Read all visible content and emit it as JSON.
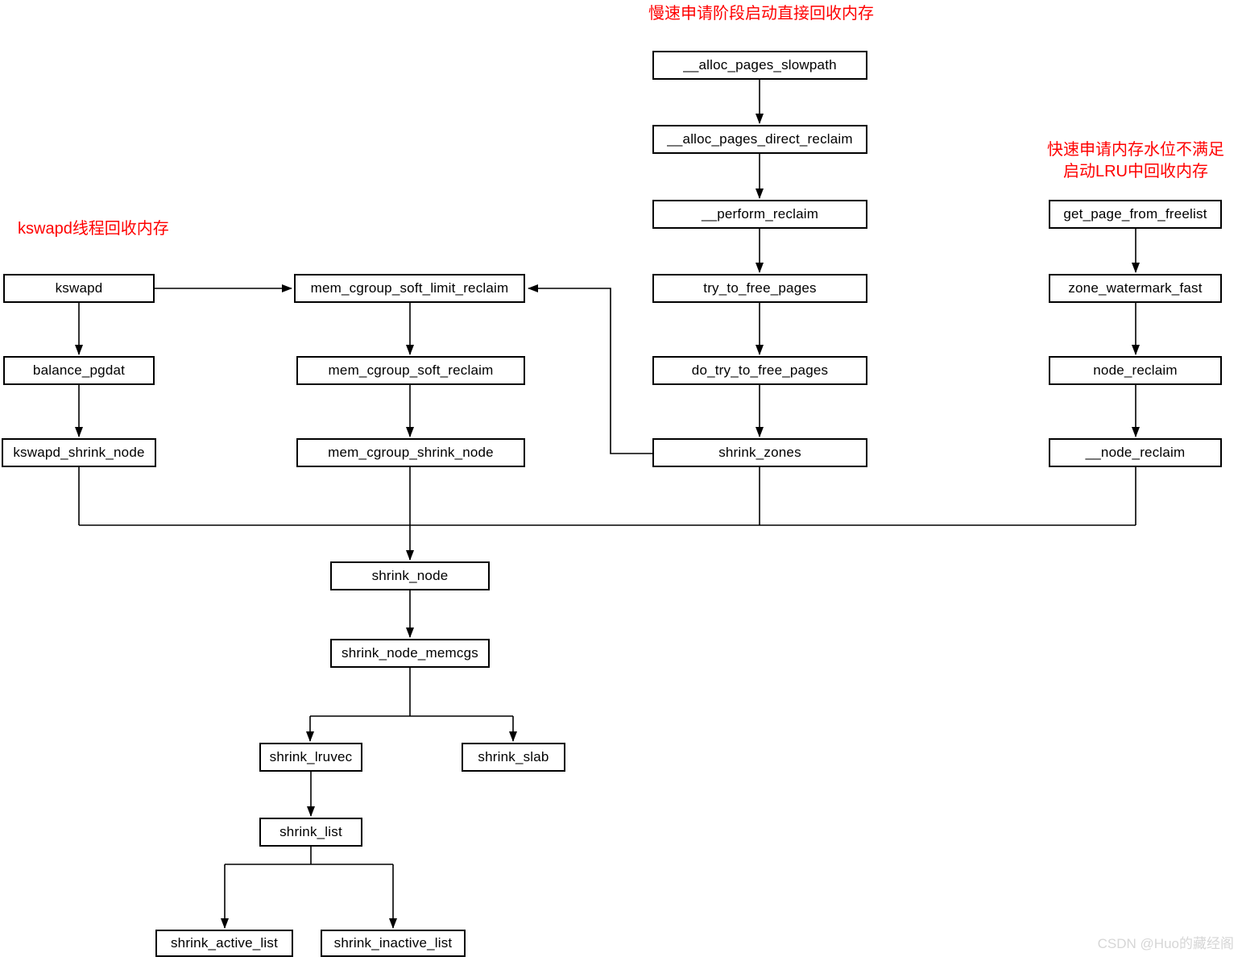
{
  "annotations": {
    "slow_path": "慢速申请阶段启动直接回收内存",
    "kswapd_thread": "kswapd线程回收内存",
    "fast_line1": "快速申请内存水位不满足",
    "fast_line2": "启动LRU中回收内存"
  },
  "nodes": {
    "kswapd": "kswapd",
    "balance_pgdat": "balance_pgdat",
    "kswapd_shrink_node": "kswapd_shrink_node",
    "mem_cgroup_soft_limit_reclaim": "mem_cgroup_soft_limit_reclaim",
    "mem_cgroup_soft_reclaim": "mem_cgroup_soft_reclaim",
    "mem_cgroup_shrink_node": "mem_cgroup_shrink_node",
    "alloc_pages_slowpath": "__alloc_pages_slowpath",
    "alloc_pages_direct_reclaim": "__alloc_pages_direct_reclaim",
    "perform_reclaim": "__perform_reclaim",
    "try_to_free_pages": "try_to_free_pages",
    "do_try_to_free_pages": "do_try_to_free_pages",
    "shrink_zones": "shrink_zones",
    "get_page_from_freelist": "get_page_from_freelist",
    "zone_watermark_fast": "zone_watermark_fast",
    "node_reclaim": "node_reclaim",
    "node_reclaim_internal": "__node_reclaim",
    "shrink_node": "shrink_node",
    "shrink_node_memcgs": "shrink_node_memcgs",
    "shrink_lruvec": "shrink_lruvec",
    "shrink_slab": "shrink_slab",
    "shrink_list": "shrink_list",
    "shrink_active_list": "shrink_active_list",
    "shrink_inactive_list": "shrink_inactive_list"
  },
  "watermark": "CSDN @Huo的藏经阁",
  "colors": {
    "annotation": "#ff0000",
    "box_border": "#000000",
    "box_background": "#ffffff",
    "line": "#000000",
    "watermark": "#d6d6d6",
    "background": "#ffffff"
  }
}
